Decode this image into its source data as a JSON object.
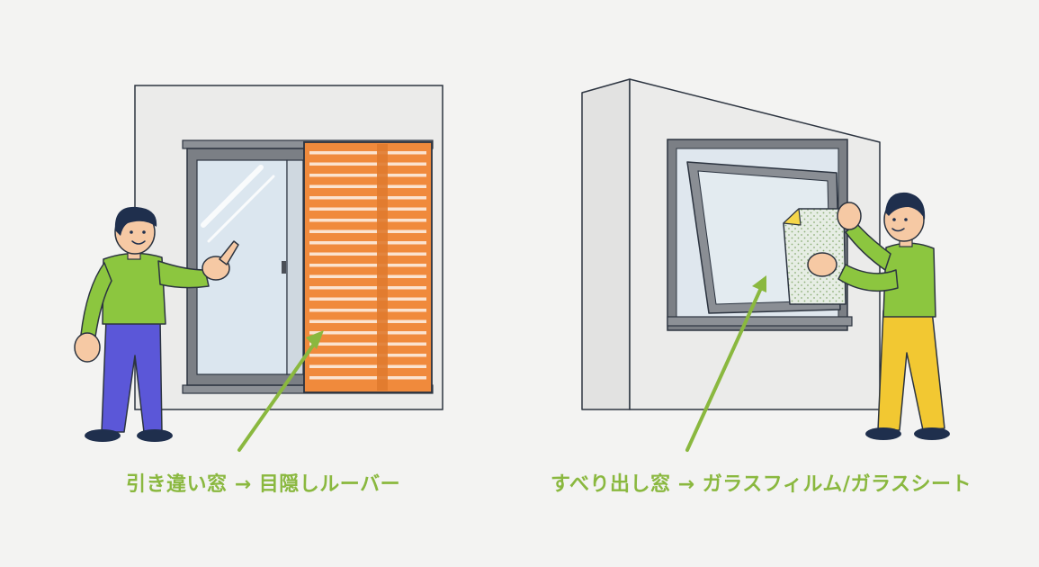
{
  "colors": {
    "background": "#f3f3f2",
    "wall": "#ebebea",
    "wall_side": "#e2e2e1",
    "frame": "#7b7f85",
    "glass": "#dbe6ef",
    "louver": "#f08a3c",
    "louver_slot": "#fbe3cf",
    "accent_green": "#8ab83f",
    "shirt": "#8cc63f",
    "pants_left": "#5b57d8",
    "pants_right": "#f2c832",
    "hair": "#1f2f4d",
    "skin": "#f6c9a4",
    "film": "#e4ebe2",
    "film_corner": "#f5d64a",
    "outline": "#2c3440"
  },
  "captions": {
    "left": {
      "window": "引き違い窓",
      "arrow": "→",
      "solution": "目隠しルーバー"
    },
    "right": {
      "window": "すべり出し窓",
      "arrow": "→",
      "solution": "ガラスフィルム/ガラスシート"
    }
  },
  "icons": {
    "left_person": "person-pointing-icon",
    "right_person": "person-applying-film-icon",
    "left_arrow": "arrow-up-right-icon",
    "right_arrow": "arrow-up-right-icon"
  }
}
